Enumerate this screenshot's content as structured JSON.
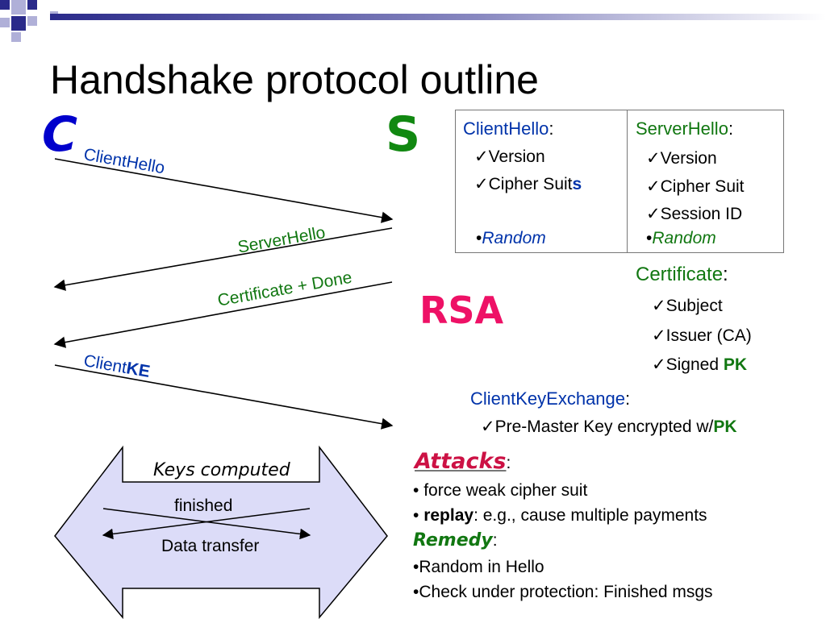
{
  "title": "Handshake protocol outline",
  "parties": {
    "client": "C",
    "server": "S"
  },
  "messages": {
    "client_hello": "ClientHello",
    "server_hello": "ServerHello",
    "certificate_done": "Certificate + Done",
    "client_ke_prefix": "Client",
    "client_ke_bold": "KE"
  },
  "client_hello_box": {
    "heading": "ClientHello",
    "colon": ":",
    "check": "✓",
    "items": [
      "Version",
      "Cipher Suit"
    ],
    "cipher_bold": "s",
    "random_bullet": "•",
    "random": "Random"
  },
  "server_hello_box": {
    "heading": "ServerHello",
    "colon": ":",
    "check": "✓",
    "items": [
      "Version",
      "Cipher Suit",
      "Session ID"
    ],
    "random_bullet": "•",
    "random": "Random"
  },
  "rsa": "RSA",
  "certificate": {
    "heading": "Certificate",
    "colon": ":",
    "check": "✓",
    "items": [
      "Subject",
      "Issuer (CA)",
      "Signed "
    ],
    "pk": "PK"
  },
  "client_key_exchange": {
    "heading": "ClientKeyExchange",
    "colon": ":",
    "check": "✓",
    "item": "Pre-Master Key encrypted w/",
    "pk": "PK"
  },
  "keys_box": {
    "keys_computed": "Keys computed",
    "finished": "finished",
    "data_transfer": "Data transfer"
  },
  "attacks": {
    "heading": "Attacks",
    "colon": ":",
    "bullet": "•",
    "item1": " force weak cipher suit",
    "item2_bold": "replay",
    "item2_rest": ": e.g., cause multiple payments"
  },
  "remedy": {
    "heading": "Remedy",
    "colon": ":",
    "items": [
      "•Random in Hello",
      "•Check under protection: Finished msgs"
    ]
  },
  "colors": {
    "blue": "#0033aa",
    "green": "#117711",
    "red": "#cc1144",
    "pink": "#ee1166",
    "arrow_fill": "#dcdcf8"
  },
  "icons": [
    "corner-squares-logo",
    "check-icon",
    "arrow-icon"
  ]
}
